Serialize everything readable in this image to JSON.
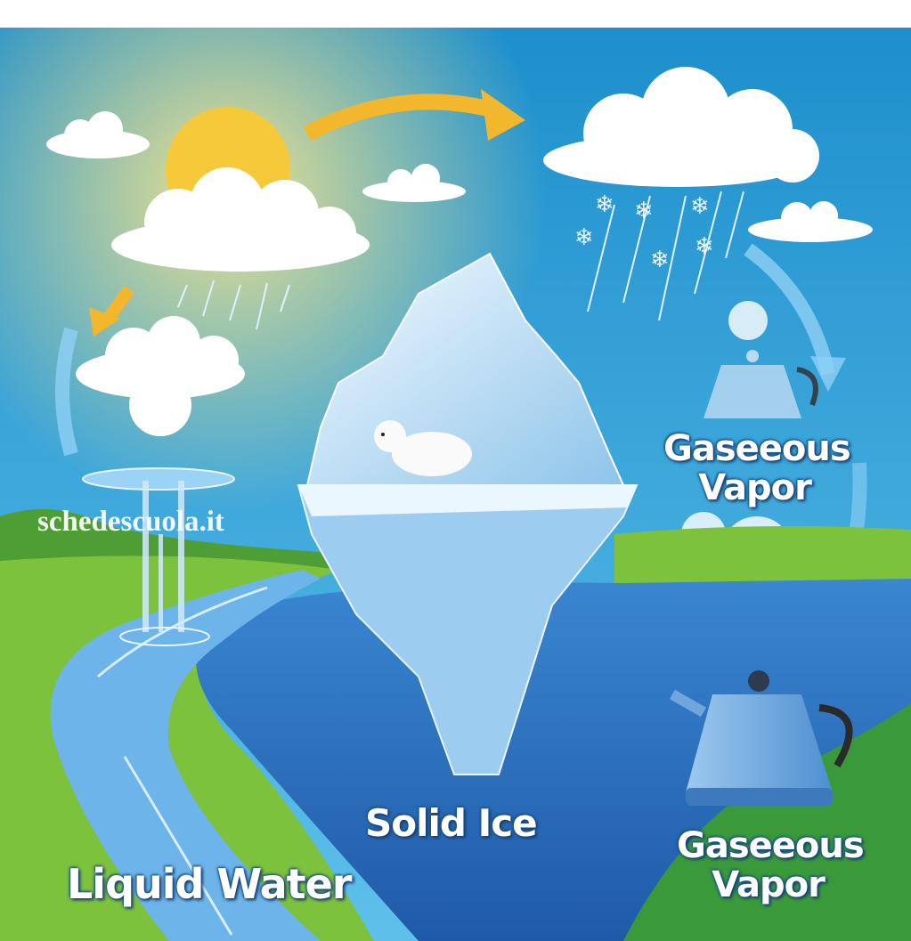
{
  "labels": {
    "vapor_top": [
      "Gaseeous",
      "Vapor"
    ],
    "vapor_bottom": [
      "Gaseeous",
      "Vapor"
    ],
    "solid": "Solid Ice",
    "liquid": "Liquid Water"
  },
  "watermark": "schedescuola.it",
  "colors": {
    "sky": "#1f93cd",
    "sun": "#f6c93a",
    "arrow_yellow": "#f2b72c",
    "grass": "#7cc23d",
    "water": "#2b6fc0",
    "ice": "#cfe7f7"
  }
}
